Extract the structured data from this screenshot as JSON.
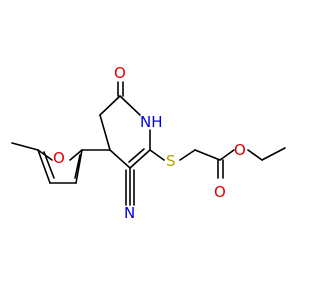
{
  "molecule": {
    "atoms": [
      {
        "id": "o_carbonyl_ring",
        "symbol": "O",
        "color": "#e00000"
      },
      {
        "id": "nh_ring",
        "symbol": "NH",
        "color": "#0000dd"
      },
      {
        "id": "o_furan",
        "symbol": "O",
        "color": "#e00000"
      },
      {
        "id": "s_thioether",
        "symbol": "S",
        "color": "#b8a100"
      },
      {
        "id": "o_ester_ether",
        "symbol": "O",
        "color": "#e00000"
      },
      {
        "id": "o_ester_carbonyl",
        "symbol": "O",
        "color": "#e00000"
      },
      {
        "id": "n_nitrile",
        "symbol": "N",
        "color": "#0000dd"
      }
    ],
    "bond_color": "#000000"
  }
}
